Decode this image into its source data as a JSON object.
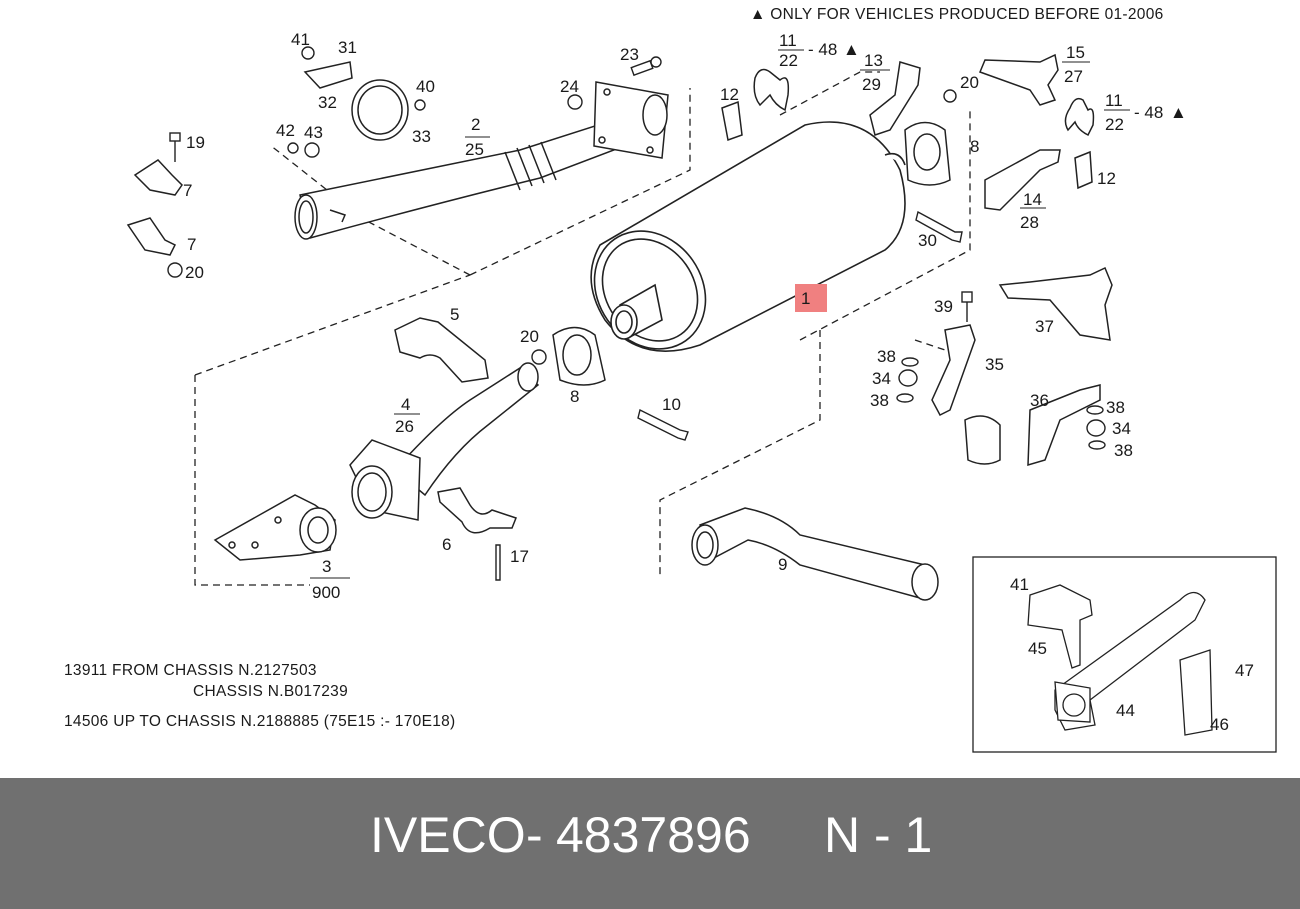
{
  "header_note": "▲ ONLY FOR VEHICLES PRODUCED BEFORE 01-2006",
  "notes": [
    "13911 FROM CHASSIS N.2127503",
    "CHASSIS N.B017239",
    "14506 UP TO CHASSIS N.2188885 (75E15 :- 170E18)"
  ],
  "labels": {
    "l1": "1",
    "l2": "2",
    "l25": "25",
    "l3": "3",
    "l900": "900",
    "l4": "4",
    "l26": "26",
    "l5": "5",
    "l6": "6",
    "l7a": "7",
    "l7b": "7",
    "l8a": "8",
    "l8b": "8",
    "l9": "9",
    "l10": "10",
    "l11a": "11",
    "l22a": "22",
    "l48a": "- 48",
    "l11b": "11",
    "l22b": "22",
    "l48b": "- 48",
    "l12a": "12",
    "l12b": "12",
    "l13": "13",
    "l29": "29",
    "l14": "14",
    "l28": "28",
    "l15": "15",
    "l27": "27",
    "l17": "17",
    "l19": "19",
    "l20a": "20",
    "l20b": "20",
    "l20c": "20",
    "l23": "23",
    "l24": "24",
    "l30": "30",
    "l31": "31",
    "l32": "32",
    "l33": "33",
    "l34a": "34",
    "l34b": "34",
    "l35": "35",
    "l36": "36",
    "l37": "37",
    "l38a": "38",
    "l38b": "38",
    "l38c": "38",
    "l38d": "38",
    "l39": "39",
    "l40": "40",
    "l41a": "41",
    "l41b": "41",
    "l42": "42",
    "l43": "43",
    "l44": "44",
    "l45": "45",
    "l46": "46",
    "l47": "47"
  },
  "highlight_color": "#f08080",
  "footer": {
    "brand": "IVECO",
    "sep": "-",
    "part_number": "4837896",
    "position": "N - 1"
  }
}
